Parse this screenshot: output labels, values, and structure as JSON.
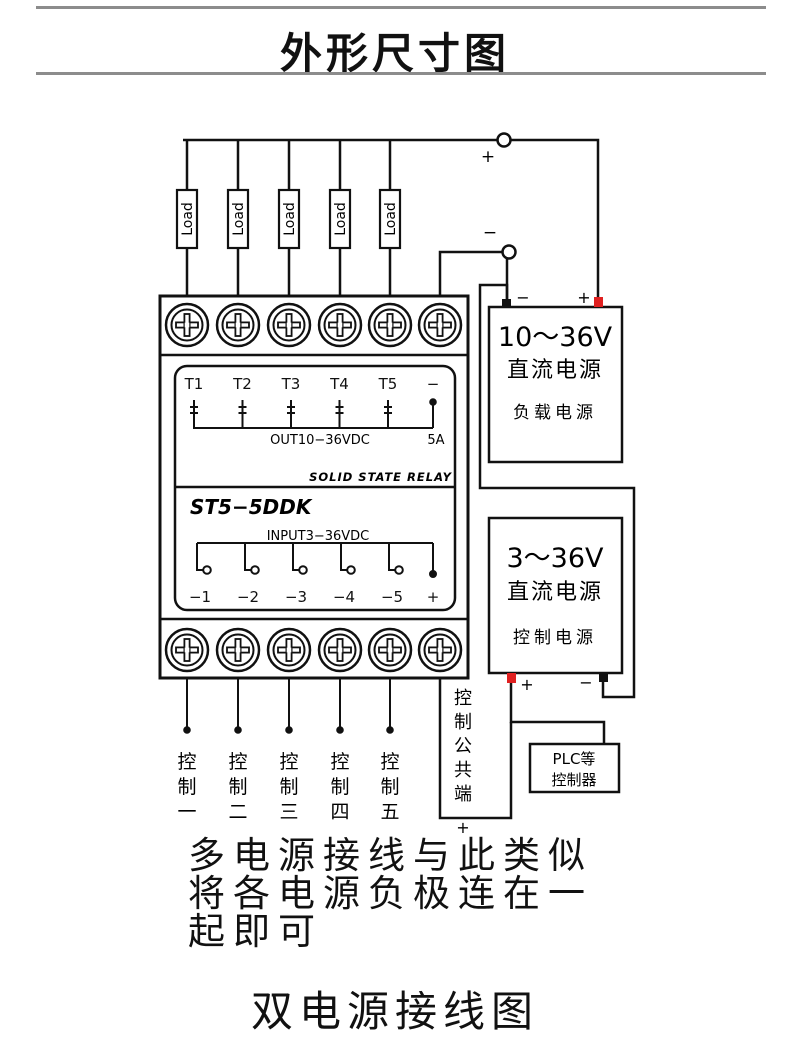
{
  "header": {
    "title": "外形尺寸图"
  },
  "loads": [
    "Load",
    "Load",
    "Load",
    "Load",
    "Load"
  ],
  "relay": {
    "output_labels": [
      "T1",
      "T2",
      "T3",
      "T4",
      "T5",
      "−"
    ],
    "output_spec": "OUT10−36VDC",
    "current": "5A",
    "brand": "SOLID STATE RELAY",
    "model": "ST5−5DDK",
    "input_spec": "INPUT3−36VDC",
    "input_labels": [
      "−1",
      "−2",
      "−3",
      "−4",
      "−5",
      "+"
    ]
  },
  "load_supply": {
    "voltage": "10～36V",
    "type": "直流电源",
    "name": "负载电源",
    "minus": "−",
    "plus": "+"
  },
  "control_supply": {
    "voltage": "3～36V",
    "type": "直流电源",
    "name": "控制电源",
    "plus": "+",
    "minus": "−"
  },
  "terminal_plus": "+",
  "terminal_minus": "−",
  "plc": {
    "line1": "PLC等",
    "line2": "控制器"
  },
  "controls": [
    [
      "控",
      "制",
      "一"
    ],
    [
      "控",
      "制",
      "二"
    ],
    [
      "控",
      "制",
      "三"
    ],
    [
      "控",
      "制",
      "四"
    ],
    [
      "控",
      "制",
      "五"
    ]
  ],
  "common": {
    "chars": [
      "控",
      "制",
      "公",
      "共",
      "端"
    ],
    "plus": "+"
  },
  "note": {
    "line1": "多电源接线与此类似",
    "line2": "将各电源负极连在一",
    "line3": "起即可"
  },
  "caption": "双电源接线图"
}
